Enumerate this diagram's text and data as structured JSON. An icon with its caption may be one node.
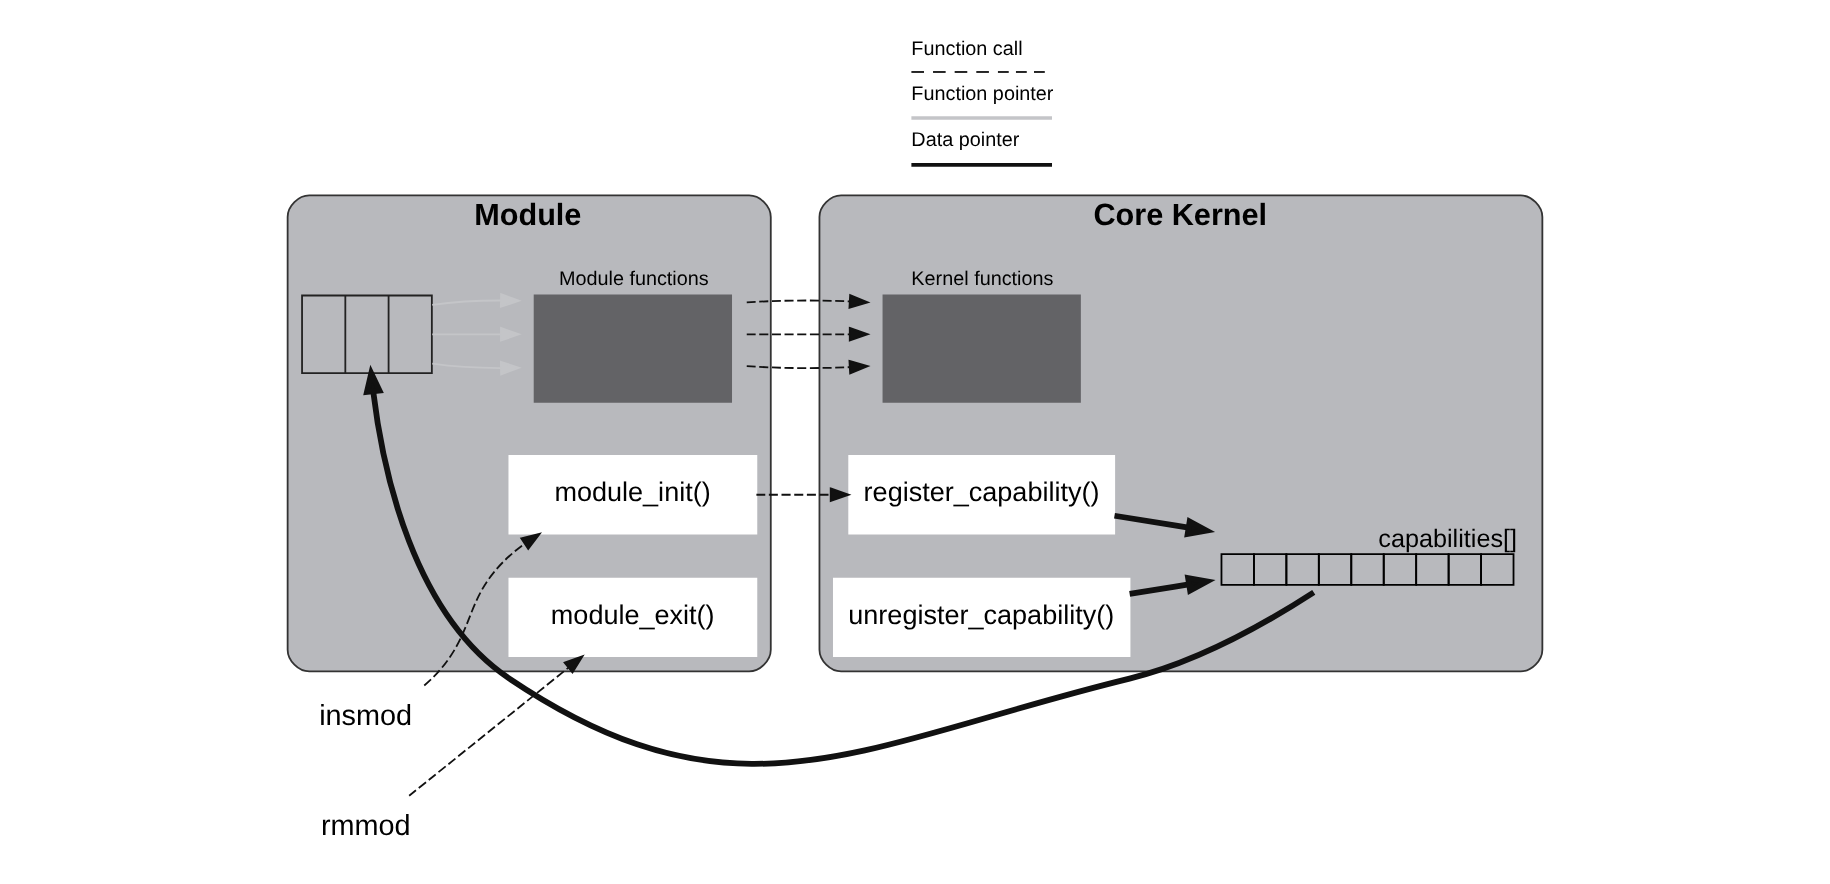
{
  "diagram": {
    "nodes": [
      {
        "text": [
          "Module"
        ]
      },
      {
        "text": [
          "Core Kernel"
        ]
      },
      {
        "text": [
          "insmod"
        ]
      },
      {
        "text": [
          "module_init()"
        ],
        "in": 0
      },
      {
        "text": [],
        "shape": "table",
        "in": 0
      },
      {
        "text": [
          "Module functions"
        ],
        "in": 0
      },
      {
        "text": [
          "rmmod"
        ]
      },
      {
        "text": [
          "module_exit()"
        ],
        "in": 0
      },
      {
        "text": [
          "register_capability()"
        ],
        "in": 1
      },
      {
        "text": [
          "capabilities[]"
        ],
        "in": 1
      },
      {
        "text": [
          "Kernel functions"
        ],
        "in": 1
      },
      {
        "text": [
          "unregister_capability()"
        ],
        "in": 1
      }
    ],
    "edges": [
      {
        "from": 2,
        "to": 3,
        "arrow": "to",
        "style": "dashed"
      },
      {
        "from": 3,
        "to": 8,
        "arrow": "to",
        "style": "dashed"
      },
      {
        "from": 8,
        "to": 9,
        "arrow": "to",
        "style": "thick"
      },
      {
        "from": 11,
        "to": 9,
        "arrow": "to",
        "style": "thick"
      },
      {
        "from": 9,
        "to": 4,
        "arrow": "to",
        "style": "thick"
      },
      {
        "from": 4,
        "to": 5,
        "arrow": "to",
        "color": "#c4c5c8"
      },
      {
        "from": 4,
        "to": 5,
        "arrow": "to",
        "color": "#c4c5c8"
      },
      {
        "from": 4,
        "to": 5,
        "arrow": "to",
        "color": "#c4c5c8"
      },
      {
        "from": 5,
        "to": 10,
        "arrow": "to",
        "style": "dashed"
      },
      {
        "from": 5,
        "to": 10,
        "arrow": "to",
        "style": "dashed"
      },
      {
        "from": 5,
        "to": 10,
        "arrow": "to",
        "style": "dashed"
      },
      {
        "from": 6,
        "to": 7,
        "arrow": "to",
        "style": "dashed"
      }
    ],
    "legend": [
      {
        "text": "Function call"
      },
      {
        "text": "Function pointer"
      },
      {
        "text": "Data pointer"
      }
    ]
  }
}
